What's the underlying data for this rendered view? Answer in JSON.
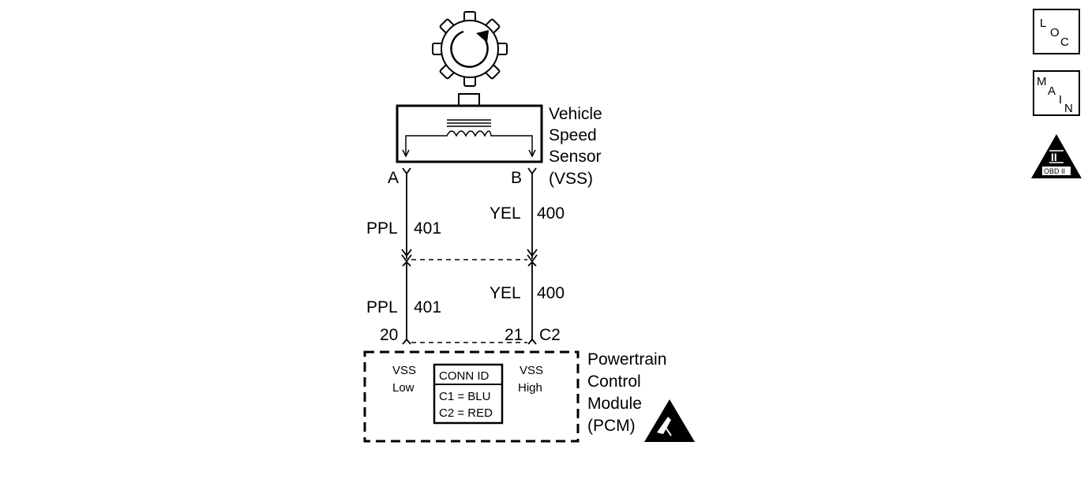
{
  "vss": {
    "label_line1": "Vehicle",
    "label_line2": "Speed",
    "label_line3": "Sensor",
    "label_line4": "(VSS)",
    "pin_a": "A",
    "pin_b": "B"
  },
  "wires_upper": {
    "left_color": "PPL",
    "left_circuit": "401",
    "right_color": "YEL",
    "right_circuit": "400"
  },
  "wires_lower": {
    "left_color": "PPL",
    "left_circuit": "401",
    "right_color": "YEL",
    "right_circuit": "400",
    "left_pin": "20",
    "right_pin": "21",
    "connector": "C2"
  },
  "pcm": {
    "label_line1": "Powertrain",
    "label_line2": "Control",
    "label_line3": "Module",
    "label_line4": "(PCM)",
    "vss_low_line1": "VSS",
    "vss_low_line2": "Low",
    "vss_high_line1": "VSS",
    "vss_high_line2": "High",
    "conn_id_title": "CONN ID",
    "conn_c1": "C1 = BLU",
    "conn_c2": "C2 = RED"
  },
  "nav": {
    "loc": {
      "l": "L",
      "o": "O",
      "c": "C"
    },
    "main": {
      "m": "M",
      "a": "A",
      "i": "I",
      "n": "N"
    },
    "obd": {
      "numeral": "II",
      "text": "OBD II"
    }
  },
  "icons": {
    "reluctor": "reluctor-wheel-icon",
    "coil": "coil-icon",
    "esd": "esd-sensitive-icon",
    "obd": "obd-ii-icon"
  }
}
